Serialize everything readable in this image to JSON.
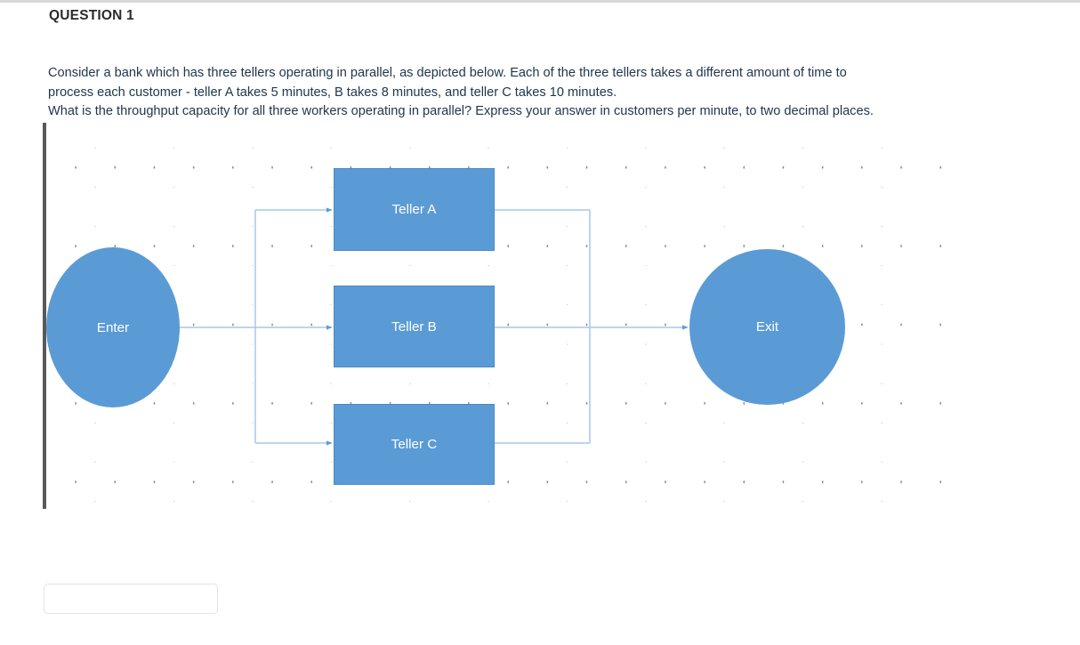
{
  "page": {
    "heading": "QUESTION 1",
    "body_lines": [
      "Consider a bank which has three tellers operating in parallel, as depicted below. Each of the three tellers takes a different amount of time to",
      "process each customer - teller A takes 5 minutes, B takes 8 minutes, and teller C takes 10 minutes.",
      "What is the throughput capacity for all three workers operating in parallel? Express your answer in customers per minute, to two decimal places."
    ]
  },
  "diagram": {
    "nodes": {
      "enter": {
        "label": "Enter",
        "shape": "ellipse"
      },
      "teller_a": {
        "label": "Teller A",
        "shape": "rectangle"
      },
      "teller_b": {
        "label": "Teller B",
        "shape": "rectangle"
      },
      "teller_c": {
        "label": "Teller C",
        "shape": "rectangle"
      },
      "exit": {
        "label": "Exit",
        "shape": "ellipse"
      }
    },
    "colors": {
      "shape_fill": "#5B9BD5",
      "shape_text": "#ffffff",
      "connector": "#A6C9E8",
      "grid_dot": "#8a8a8a",
      "left_bar": "#595959"
    }
  },
  "answer": {
    "value": "",
    "placeholder": ""
  }
}
